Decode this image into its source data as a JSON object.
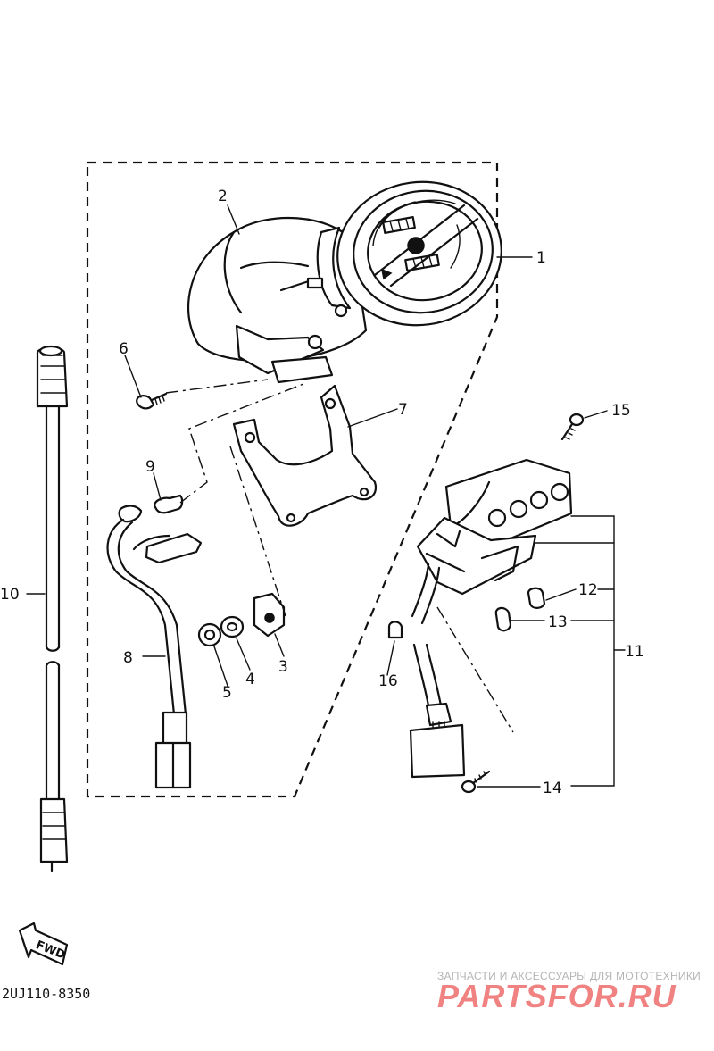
{
  "diagram": {
    "code": "2UJ110-8350",
    "fwd_label": "FWD",
    "parts": [
      {
        "num": "1"
      },
      {
        "num": "2"
      },
      {
        "num": "3"
      },
      {
        "num": "4"
      },
      {
        "num": "5"
      },
      {
        "num": "6"
      },
      {
        "num": "7"
      },
      {
        "num": "8"
      },
      {
        "num": "9"
      },
      {
        "num": "10"
      },
      {
        "num": "11"
      },
      {
        "num": "12"
      },
      {
        "num": "13"
      },
      {
        "num": "14"
      },
      {
        "num": "15"
      },
      {
        "num": "16"
      }
    ]
  },
  "watermark": {
    "tagline": "ЗАПЧАСТИ И АКСЕССУАРЫ ДЛЯ МОТОТЕХНИКИ",
    "brand": "PARTSFOR.RU"
  }
}
